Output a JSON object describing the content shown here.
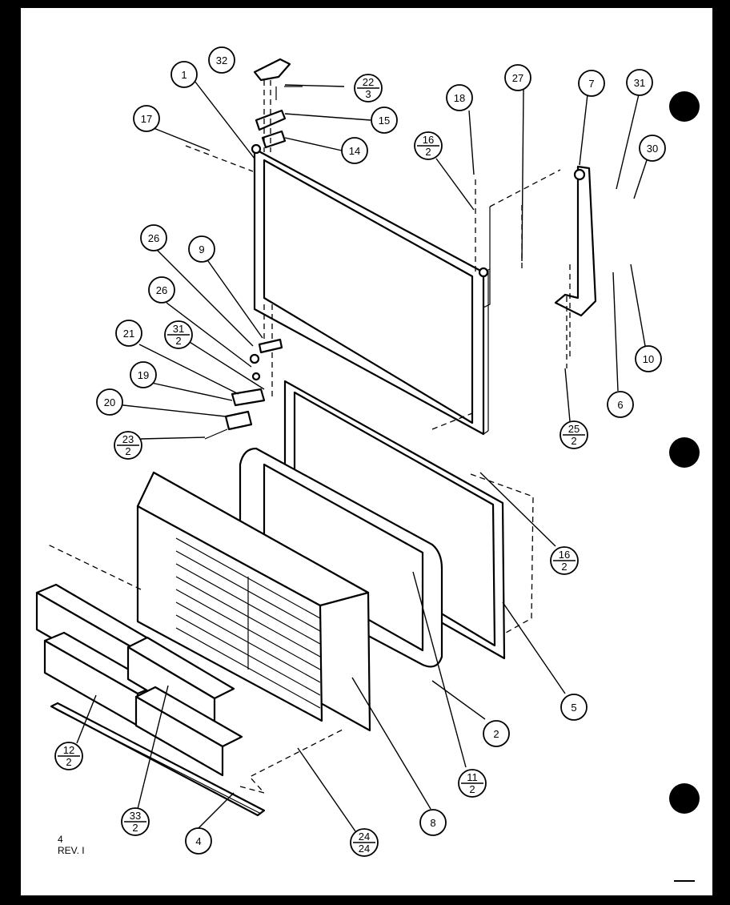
{
  "note": {
    "line1": "4",
    "line2": "REV. I"
  },
  "callouts": [
    {
      "id": "32",
      "label": "32"
    },
    {
      "id": "1",
      "label": "1"
    },
    {
      "id": "22",
      "label": "22",
      "sub": "3"
    },
    {
      "id": "15",
      "label": "15"
    },
    {
      "id": "17",
      "label": "17"
    },
    {
      "id": "14",
      "label": "14"
    },
    {
      "id": "18",
      "label": "18"
    },
    {
      "id": "16a",
      "label": "16",
      "sub": "2"
    },
    {
      "id": "27",
      "label": "27"
    },
    {
      "id": "7",
      "label": "7"
    },
    {
      "id": "31a",
      "label": "31"
    },
    {
      "id": "30",
      "label": "30"
    },
    {
      "id": "26a",
      "label": "26"
    },
    {
      "id": "9",
      "label": "9"
    },
    {
      "id": "26b",
      "label": "26"
    },
    {
      "id": "31b",
      "label": "31",
      "sub": "2"
    },
    {
      "id": "21",
      "label": "21"
    },
    {
      "id": "10",
      "label": "10"
    },
    {
      "id": "19",
      "label": "19"
    },
    {
      "id": "6",
      "label": "6"
    },
    {
      "id": "20",
      "label": "20"
    },
    {
      "id": "25",
      "label": "25",
      "sub": "2"
    },
    {
      "id": "23",
      "label": "23",
      "sub": "2"
    },
    {
      "id": "16b",
      "label": "16",
      "sub": "2"
    },
    {
      "id": "5",
      "label": "5"
    },
    {
      "id": "12",
      "label": "12",
      "sub": "2"
    },
    {
      "id": "2",
      "label": "2"
    },
    {
      "id": "11",
      "label": "11",
      "sub": "2"
    },
    {
      "id": "33",
      "label": "33",
      "sub": "2"
    },
    {
      "id": "4",
      "label": "4"
    },
    {
      "id": "8",
      "label": "8"
    },
    {
      "id": "24",
      "label": "24",
      "sub": "24"
    }
  ]
}
